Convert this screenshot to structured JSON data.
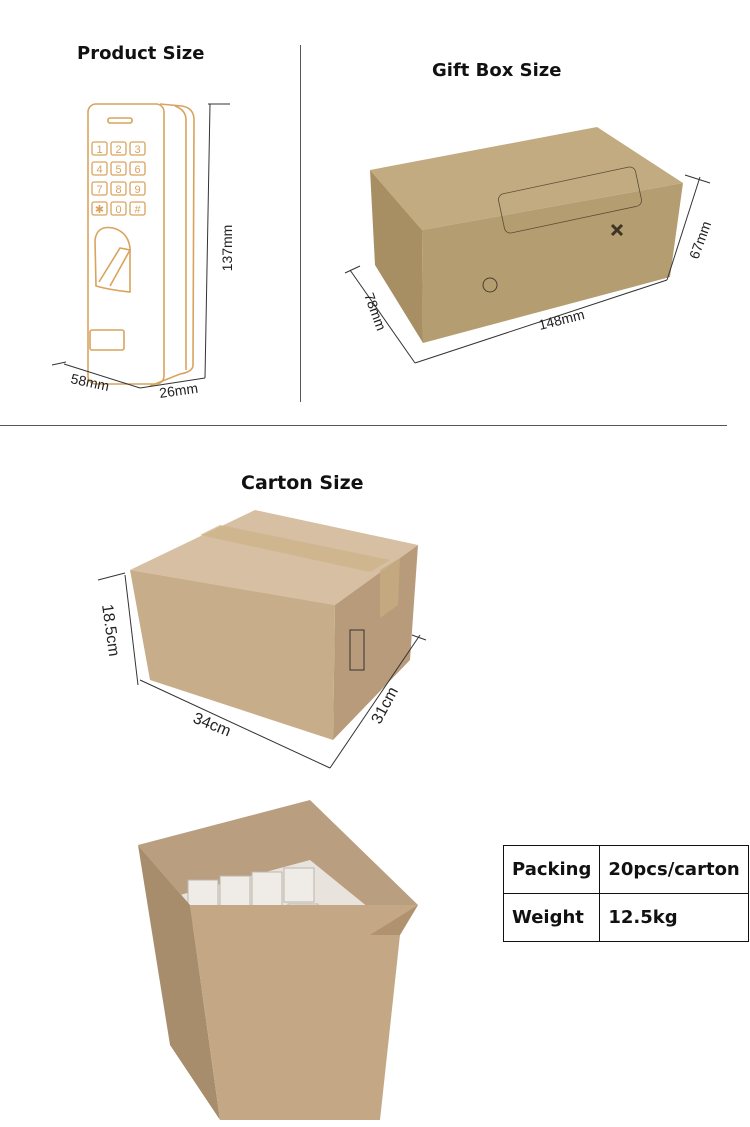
{
  "sections": {
    "product_size": {
      "title": "Product Size",
      "height": "137mm",
      "width": "58mm",
      "depth": "26mm",
      "keypad": [
        "1",
        "2",
        "3",
        "4",
        "5",
        "6",
        "7",
        "8",
        "9",
        "✱",
        "0",
        "#"
      ]
    },
    "gift_box_size": {
      "title": "Gift Box Size",
      "length": "148mm",
      "width": "78mm",
      "height": "67mm"
    },
    "carton_size": {
      "title": "Carton Size",
      "length": "34cm",
      "width": "31cm",
      "height": "18.5cm"
    }
  },
  "spec_table": [
    {
      "label": "Packing",
      "value": "20pcs/carton"
    },
    {
      "label": "Weight",
      "value": "12.5kg"
    }
  ],
  "colors": {
    "outline": "#d9a35e",
    "kraft": "#b59d72",
    "carton": "#c9ae8c"
  }
}
